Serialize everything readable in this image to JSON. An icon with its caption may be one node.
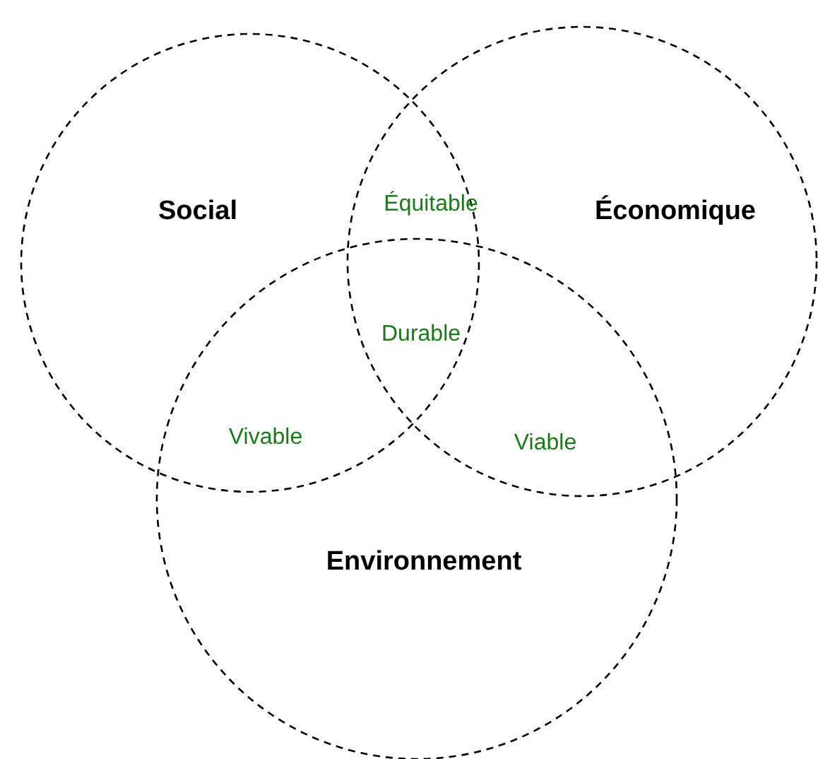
{
  "diagram": {
    "nodes": [
      {
        "text": [
          "Social"
        ]
      },
      {
        "text": [
          "Économique"
        ]
      },
      {
        "text": [
          "Environnement"
        ]
      }
    ],
    "labels": [
      "Équitable",
      "Durable",
      "Vivable",
      "Viable"
    ]
  }
}
